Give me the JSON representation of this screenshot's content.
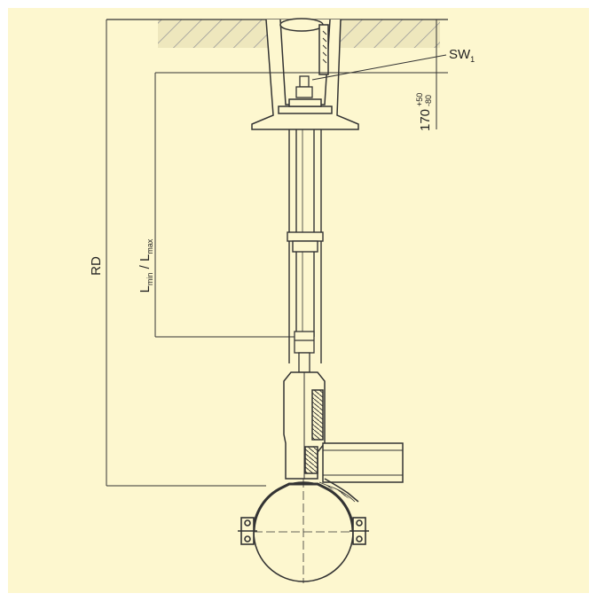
{
  "colors": {
    "background": "#fdf7cf",
    "line": "#333333",
    "hatch": "#8a8a8a",
    "soil": "#eee7bd"
  },
  "labels": {
    "rd": "RD",
    "sw_main": "SW",
    "sw_sub": "1",
    "depth_main": "170",
    "depth_tol_plus": "+50",
    "depth_tol_minus": "-80",
    "length_l1": "L",
    "length_sub1": "min",
    "length_sep": " / L",
    "length_sub2": "max"
  }
}
